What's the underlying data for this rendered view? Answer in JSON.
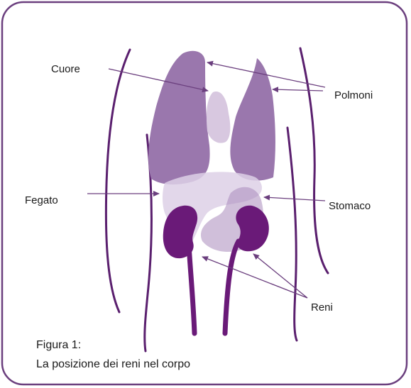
{
  "labels": {
    "heart": "Cuore",
    "lungs": "Polmoni",
    "liver": "Fegato",
    "stomach": "Stomaco",
    "kidneys": "Reni"
  },
  "caption": {
    "line1": "Figura 1:",
    "line2": "La posizione dei reni nel corpo"
  },
  "colors": {
    "frame": "#6b3f7e",
    "body_outline": "#5a1f6e",
    "lungs": "#9a77ad",
    "heart": "#d8c8e0",
    "liver": "#ddd0e6",
    "stomach": "#a98bbb",
    "kidneys": "#6a1a78",
    "arrows": "#6b3f7e"
  }
}
